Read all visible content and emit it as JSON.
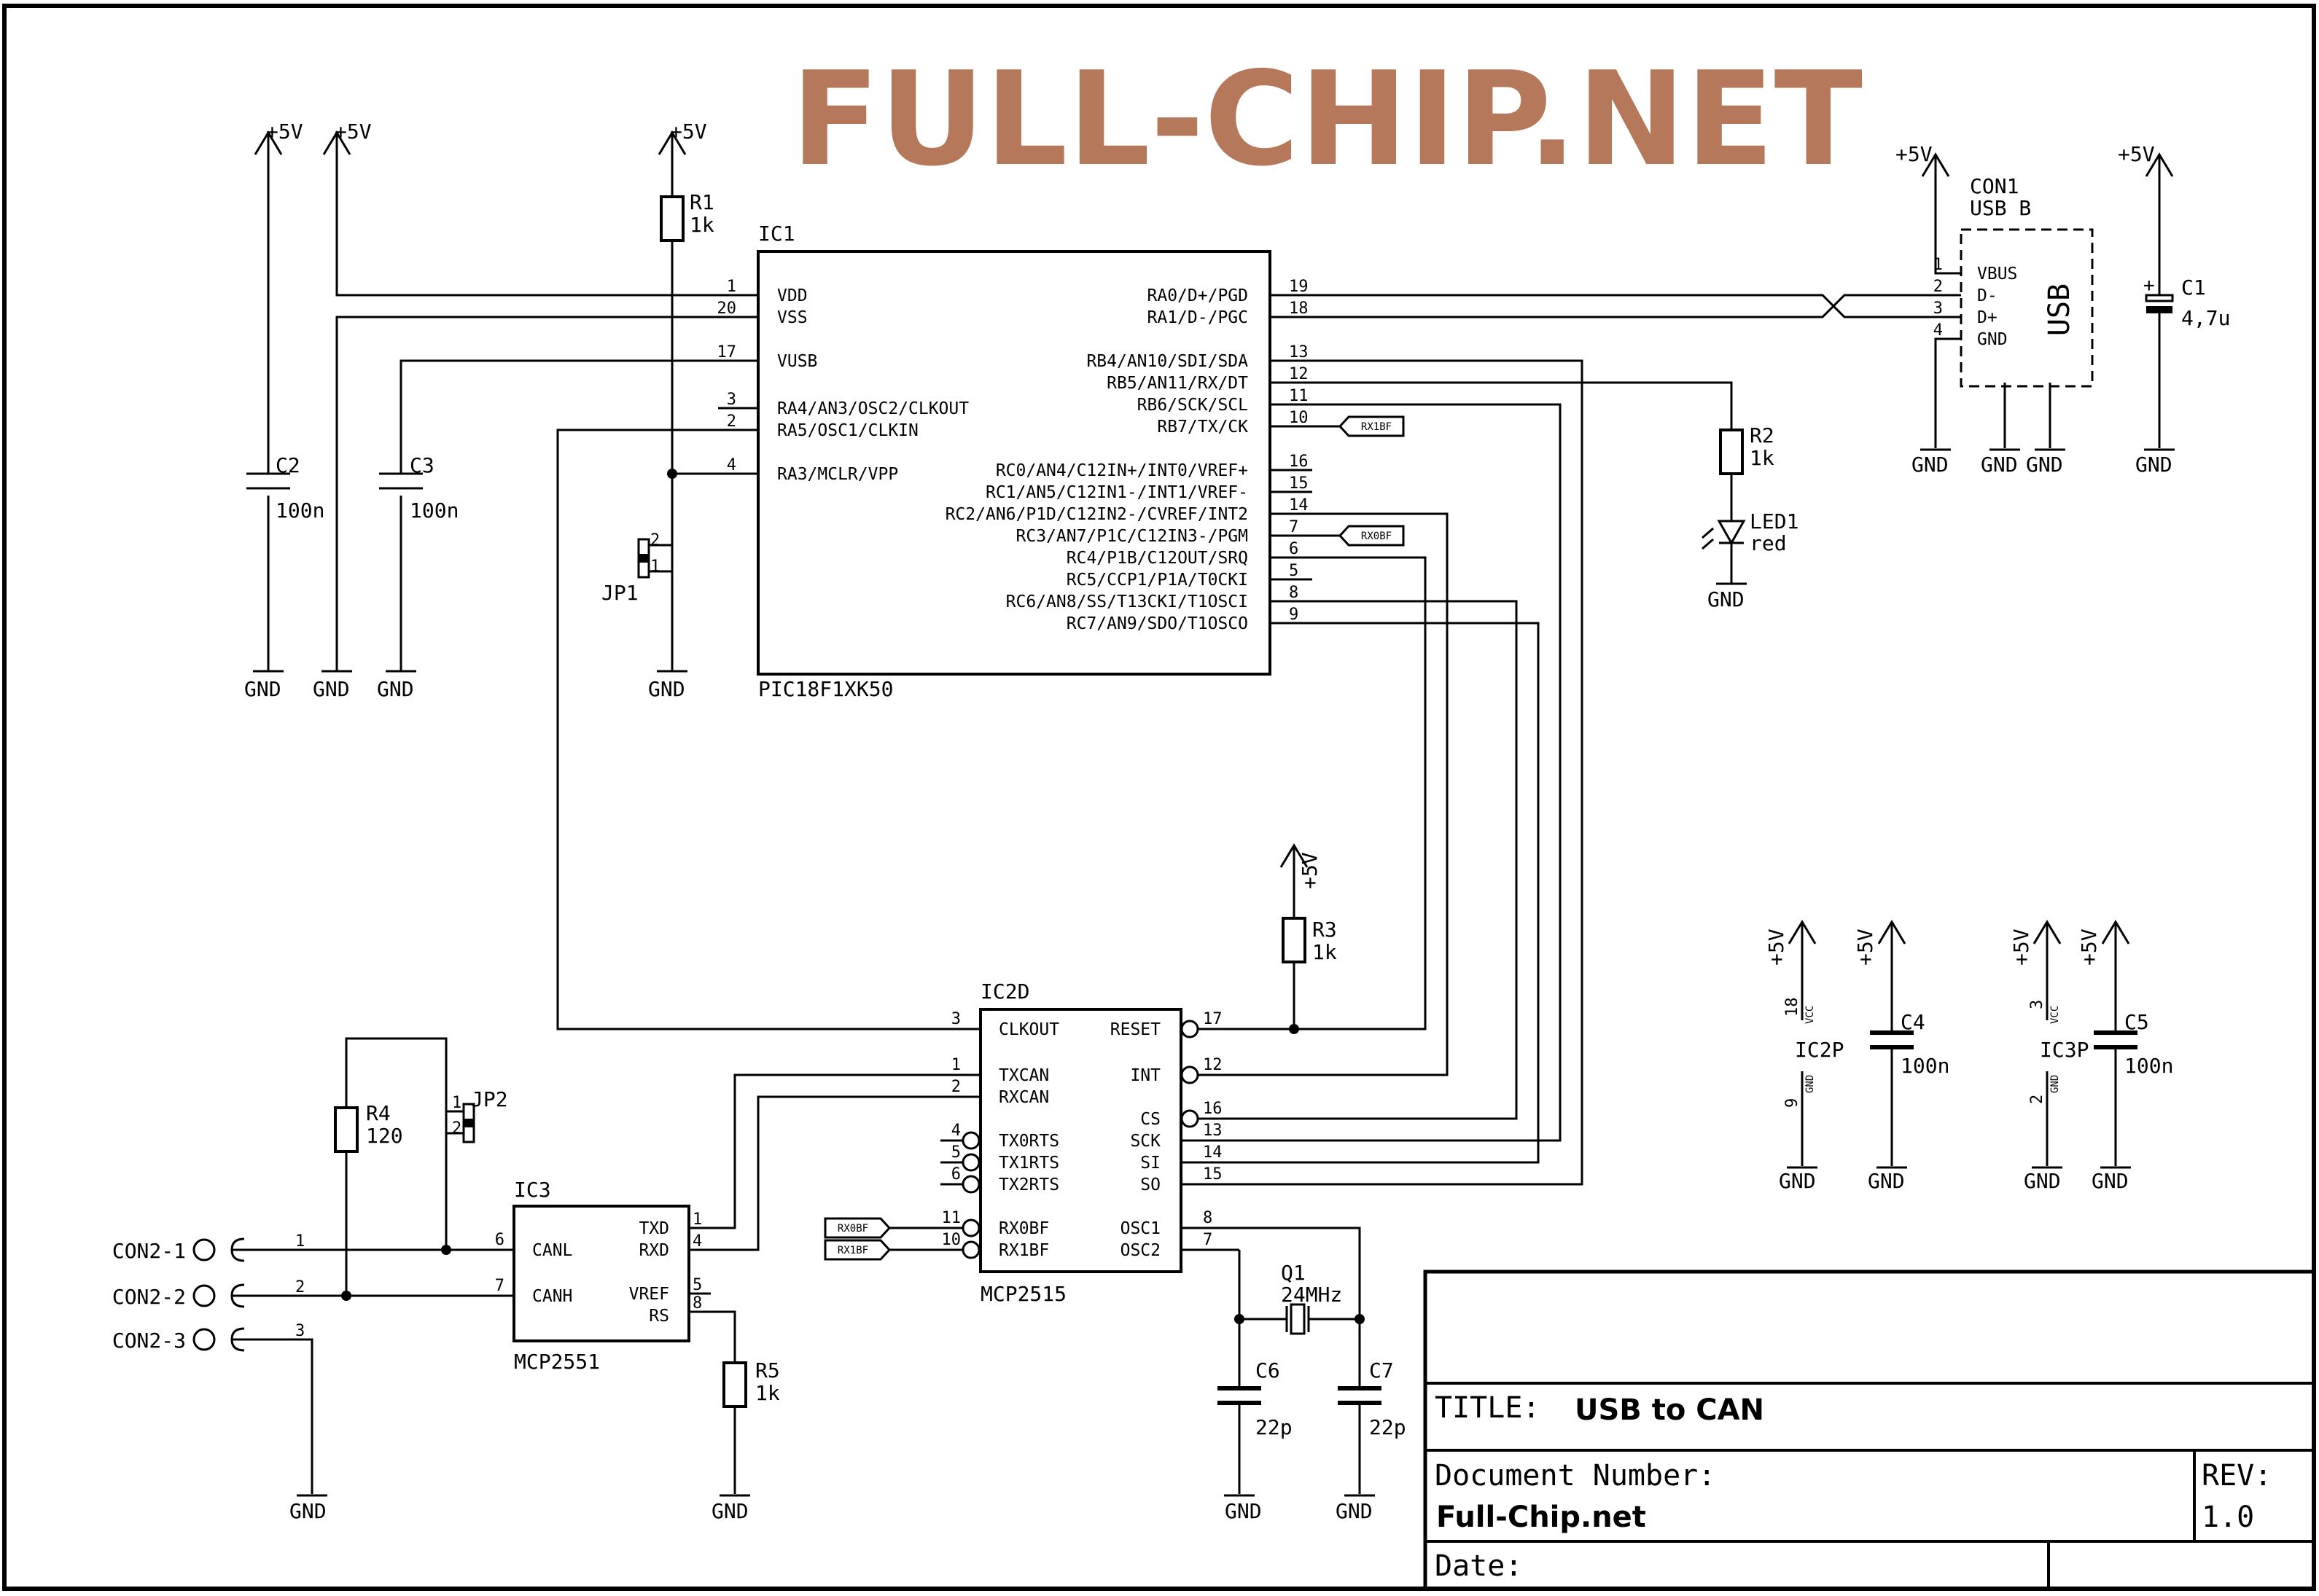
{
  "brand": "FULL-CHIP.NET",
  "power": {
    "vcc": "+5V",
    "gnd": "GND"
  },
  "ic1": {
    "ref": "IC1",
    "part": "PIC18F1XK50",
    "left_pins": [
      {
        "num": "1",
        "name": "VDD"
      },
      {
        "num": "20",
        "name": "VSS"
      },
      {
        "num": "17",
        "name": "VUSB"
      },
      {
        "num": "3",
        "name": "RA4/AN3/OSC2/CLKOUT"
      },
      {
        "num": "2",
        "name": "RA5/OSC1/CLKIN"
      },
      {
        "num": "4",
        "name": "RA3/MCLR/VPP"
      }
    ],
    "right_pins": [
      {
        "num": "19",
        "name": "RA0/D+/PGD"
      },
      {
        "num": "18",
        "name": "RA1/D-/PGC"
      },
      {
        "num": "13",
        "name": "RB4/AN10/SDI/SDA"
      },
      {
        "num": "12",
        "name": "RB5/AN11/RX/DT"
      },
      {
        "num": "11",
        "name": "RB6/SCK/SCL"
      },
      {
        "num": "10",
        "name": "RB7/TX/CK"
      },
      {
        "num": "16",
        "name": "RC0/AN4/C12IN+/INT0/VREF+"
      },
      {
        "num": "15",
        "name": "RC1/AN5/C12IN1-/INT1/VREF-"
      },
      {
        "num": "14",
        "name": "RC2/AN6/P1D/C12IN2-/CVREF/INT2"
      },
      {
        "num": "7",
        "name": "RC3/AN7/P1C/C12IN3-/PGM"
      },
      {
        "num": "6",
        "name": "RC4/P1B/C12OUT/SRQ"
      },
      {
        "num": "5",
        "name": "RC5/CCP1/P1A/T0CKI"
      },
      {
        "num": "8",
        "name": "RC6/AN8/SS/T13CKI/T1OSCI"
      },
      {
        "num": "9",
        "name": "RC7/AN9/SDO/T1OSCO"
      }
    ]
  },
  "ic2": {
    "ref": "IC2D",
    "part": "MCP2515",
    "left_pins": [
      {
        "num": "3",
        "name": "CLKOUT"
      },
      {
        "num": "1",
        "name": "TXCAN"
      },
      {
        "num": "2",
        "name": "RXCAN"
      },
      {
        "num": "4",
        "name": "TX0RTS"
      },
      {
        "num": "5",
        "name": "TX1RTS"
      },
      {
        "num": "6",
        "name": "TX2RTS"
      },
      {
        "num": "11",
        "name": "RX0BF"
      },
      {
        "num": "10",
        "name": "RX1BF"
      }
    ],
    "right_pins": [
      {
        "num": "17",
        "name": "RESET"
      },
      {
        "num": "12",
        "name": "INT"
      },
      {
        "num": "16",
        "name": "CS"
      },
      {
        "num": "13",
        "name": "SCK"
      },
      {
        "num": "14",
        "name": "SI"
      },
      {
        "num": "15",
        "name": "SO"
      },
      {
        "num": "8",
        "name": "OSC1"
      },
      {
        "num": "7",
        "name": "OSC2"
      }
    ]
  },
  "ic3": {
    "ref": "IC3",
    "part": "MCP2551",
    "left_pins": [
      {
        "num": "6",
        "name": "CANL"
      },
      {
        "num": "7",
        "name": "CANH"
      }
    ],
    "right_pins": [
      {
        "num": "1",
        "name": "TXD"
      },
      {
        "num": "4",
        "name": "RXD"
      },
      {
        "num": "5",
        "name": "VREF"
      },
      {
        "num": "8",
        "name": "RS"
      }
    ]
  },
  "con1": {
    "ref": "CON1",
    "type": "USB B",
    "body": "USB",
    "pins": [
      {
        "num": "1",
        "name": "VBUS"
      },
      {
        "num": "2",
        "name": "D-"
      },
      {
        "num": "3",
        "name": "D+"
      },
      {
        "num": "4",
        "name": "GND"
      }
    ]
  },
  "resistors": {
    "r1": {
      "ref": "R1",
      "value": "1k"
    },
    "r2": {
      "ref": "R2",
      "value": "1k"
    },
    "r3": {
      "ref": "R3",
      "value": "1k"
    },
    "r4": {
      "ref": "R4",
      "value": "120"
    },
    "r5": {
      "ref": "R5",
      "value": "1k"
    }
  },
  "capacitors": {
    "c1": {
      "ref": "C1",
      "value": "4,7u"
    },
    "c2": {
      "ref": "C2",
      "value": "100n"
    },
    "c3": {
      "ref": "C3",
      "value": "100n"
    },
    "c4": {
      "ref": "C4",
      "value": "100n"
    },
    "c5": {
      "ref": "C5",
      "value": "100n"
    },
    "c6": {
      "ref": "C6",
      "value": "22p"
    },
    "c7": {
      "ref": "C7",
      "value": "22p"
    }
  },
  "led1": {
    "ref": "LED1",
    "value": "red"
  },
  "q1": {
    "ref": "Q1",
    "value": "24MHz"
  },
  "jp1": {
    "ref": "JP1",
    "pin1": "1",
    "pin2": "2"
  },
  "jp2": {
    "ref": "JP2",
    "pin1": "1",
    "pin2": "2"
  },
  "con2": [
    {
      "ref": "CON2-1",
      "pin": "1"
    },
    {
      "ref": "CON2-2",
      "pin": "2"
    },
    {
      "ref": "CON2-3",
      "pin": "3"
    }
  ],
  "net_flags": {
    "rx0bf": "RX0BF",
    "rx1bf": "RX1BF"
  },
  "ic2p": {
    "ref": "IC2P",
    "vcc_pin": "18",
    "gnd_pin": "9",
    "vcc": "VCC",
    "gnd": "GND"
  },
  "ic3p": {
    "ref": "IC3P",
    "vcc_pin": "3",
    "gnd_pin": "2",
    "vcc": "VCC",
    "gnd": "GND"
  },
  "titleblock": {
    "title_label": "TITLE:",
    "title_value": "USB to CAN",
    "docnum_label": "Document Number:",
    "docnum_value": "Full-Chip.net",
    "rev_label": "REV:",
    "rev_value": "1.0",
    "date_label": "Date:"
  }
}
